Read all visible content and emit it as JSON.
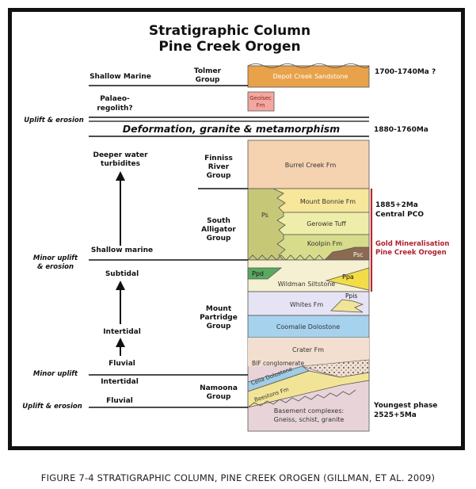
{
  "title": {
    "line1": "Stratigraphic Column",
    "line2": "Pine Creek Orogen"
  },
  "environments": {
    "shallow_marine_top": "Shallow Marine",
    "palaeo_regolith_1": "Palaeo-",
    "palaeo_regolith_2": "regolith?",
    "deeper_water_1": "Deeper water",
    "deeper_water_2": "turbidites",
    "shallow_marine": "Shallow marine",
    "subtidal": "Subtidal",
    "intertidal_upper": "Intertidal",
    "fluvial_upper": "Fluvial",
    "intertidal_lower": "Intertidal",
    "fluvial_lower": "Fluvial"
  },
  "events": {
    "uplift_erosion_top": "Uplift & erosion",
    "minor_uplift_erosion_1": "Minor uplift",
    "minor_uplift_erosion_2": "& erosion",
    "minor_uplift": "Minor uplift",
    "uplift_erosion_bottom": "Uplift & erosion"
  },
  "groups": {
    "tolmer_1": "Tolmer",
    "tolmer_2": "Group",
    "finniss_1": "Finniss",
    "finniss_2": "River",
    "finniss_3": "Group",
    "south_alligator_1": "South",
    "south_alligator_2": "Alligator",
    "south_alligator_3": "Group",
    "mount_partridge_1": "Mount",
    "mount_partridge_2": "Partridge",
    "mount_partridge_3": "Group",
    "namoona_1": "Namoona",
    "namoona_2": "Group"
  },
  "formations": {
    "depot_creek": "Depot Creek Sandstone",
    "geolsec_1": "Geolsec",
    "geolsec_2": "Fm",
    "deformation_banner": "Deformation, granite & metamorphism",
    "burrel_creek": "Burrel Creek Fm",
    "ps": "Ps",
    "mount_bonnie": "Mount Bonnie Fm",
    "gerowie_tuff": "Gerowie Tuff",
    "koolpin": "Koolpin Fm",
    "psc": "Psc",
    "ppd": "Ppd",
    "ppa": "Ppa",
    "wildman": "Wildman Siltstone",
    "whites": "Whites Fm",
    "ppis": "Ppis",
    "coomalie": "Coomalie Dolostone",
    "crater": "Crater Fm",
    "bif": "BIF conglomerate",
    "celia": "Celia Dolostone",
    "beestons": "Beestons Fm",
    "basement_1": "Basement complexes:",
    "basement_2": "Gneiss, schist, granite"
  },
  "ages": {
    "tolmer_age": "1700-1740Ma ?",
    "deformation_age": "1880-1760Ma",
    "central_pco_1": "1885+2Ma",
    "central_pco_2": "Central PCO",
    "youngest_1": "Youngest phase",
    "youngest_2": "2525+5Ma"
  },
  "gold": {
    "line1": "Gold Mineralisation",
    "line2": "Pine Creek Orogen"
  },
  "caption": "FIGURE 7-4 STRATIGRAPHIC COLUMN, PINE CREEK OROGEN (GILLMAN, ET AL. 2009)",
  "colors": {
    "depot_creek": "#e8a24a",
    "geolsec": "#f2a8a0",
    "burrel_creek": "#f5d2b0",
    "ps": "#c6c878",
    "mount_bonnie": "#f6e79a",
    "gerowie": "#eeeeaa",
    "koolpin": "#d6dc8a",
    "psc": "#8a6a50",
    "ppd": "#5aa860",
    "ppa": "#f2dc48",
    "wildman": "#f5f0d2",
    "whites": "#e6e4f4",
    "coomalie": "#a6d2ee",
    "crater": "#f2dfd0",
    "celia": "#a0cce4",
    "beestons": "#f2e496",
    "basement": "#e8d4d8",
    "gold_bar": "#c0242c",
    "gold_text": "#b02030"
  }
}
